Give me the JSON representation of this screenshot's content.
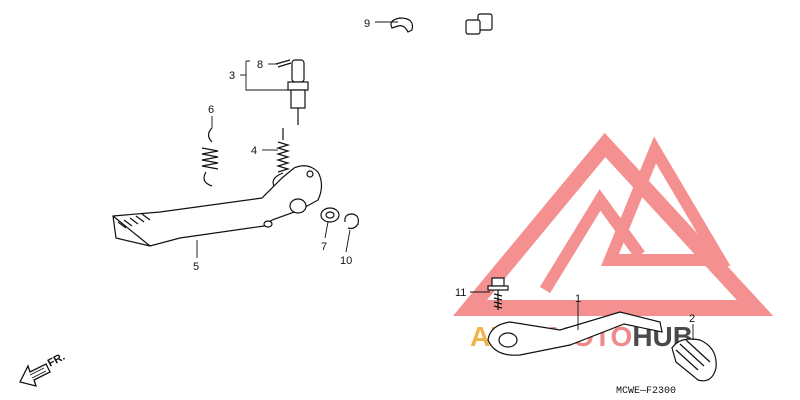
{
  "callouts": {
    "c1": "1",
    "c2": "2",
    "c3": "3",
    "c4": "4",
    "c5": "5",
    "c6": "6",
    "c7": "7",
    "c8": "8",
    "c9": "9",
    "c10": "10",
    "c11": "11"
  },
  "direction_label": "FR.",
  "diagram_code": "MCWE—F2300",
  "watermark": {
    "part_a": "AUTO",
    "part_b": "MOTO",
    "part_c": "HUB",
    "color_a": "#f2b24a",
    "color_b": "#f08a8a",
    "color_c": "#4a4a4a",
    "triangle_color": "#f26b6b"
  }
}
